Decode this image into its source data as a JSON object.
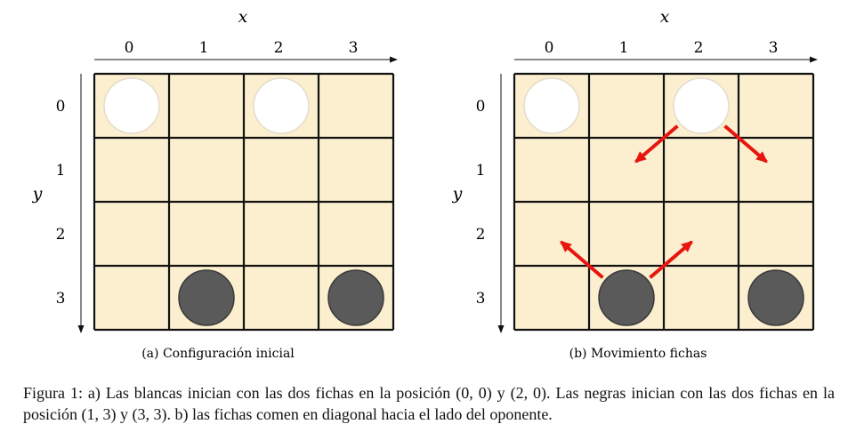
{
  "panels": [
    {
      "id": "a",
      "x_axis_label": "x",
      "y_axis_label": "y",
      "x_ticks": [
        "0",
        "1",
        "2",
        "3"
      ],
      "y_ticks": [
        "0",
        "1",
        "2",
        "3"
      ],
      "caption": "(a) Configuración inicial",
      "pieces": [
        {
          "color": "white",
          "col": 0,
          "row": 0
        },
        {
          "color": "white",
          "col": 2,
          "row": 0
        },
        {
          "color": "black",
          "col": 1,
          "row": 3
        },
        {
          "color": "black",
          "col": 3,
          "row": 3
        }
      ],
      "arrows": []
    },
    {
      "id": "b",
      "x_axis_label": "x",
      "y_axis_label": "y",
      "x_ticks": [
        "0",
        "1",
        "2",
        "3"
      ],
      "y_ticks": [
        "0",
        "1",
        "2",
        "3"
      ],
      "caption": "(b) Movimiento fichas",
      "pieces": [
        {
          "color": "white",
          "col": 0,
          "row": 0
        },
        {
          "color": "white",
          "col": 2,
          "row": 0
        },
        {
          "color": "black",
          "col": 1,
          "row": 3
        },
        {
          "color": "black",
          "col": 3,
          "row": 3
        }
      ],
      "arrows": [
        {
          "from": [
            2,
            0
          ],
          "to": [
            1,
            1
          ]
        },
        {
          "from": [
            2,
            0
          ],
          "to": [
            3,
            1
          ]
        },
        {
          "from": [
            1,
            3
          ],
          "to": [
            0,
            2
          ]
        },
        {
          "from": [
            1,
            3
          ],
          "to": [
            2,
            2
          ]
        }
      ]
    }
  ],
  "figure_caption": "Figura 1: a) Las blancas inician con las dos fichas en la posición (0, 0) y (2, 0). Las negras inician con las dos fichas en la posición (1, 3) y (3, 3). b) las fichas comen en diagonal hacia el lado del oponente.",
  "colors": {
    "board": "#fbefcf",
    "grid": "#111111",
    "white_piece": "#ffffff",
    "black_piece": "#5a5a5a",
    "arrow": "#e8150f"
  }
}
